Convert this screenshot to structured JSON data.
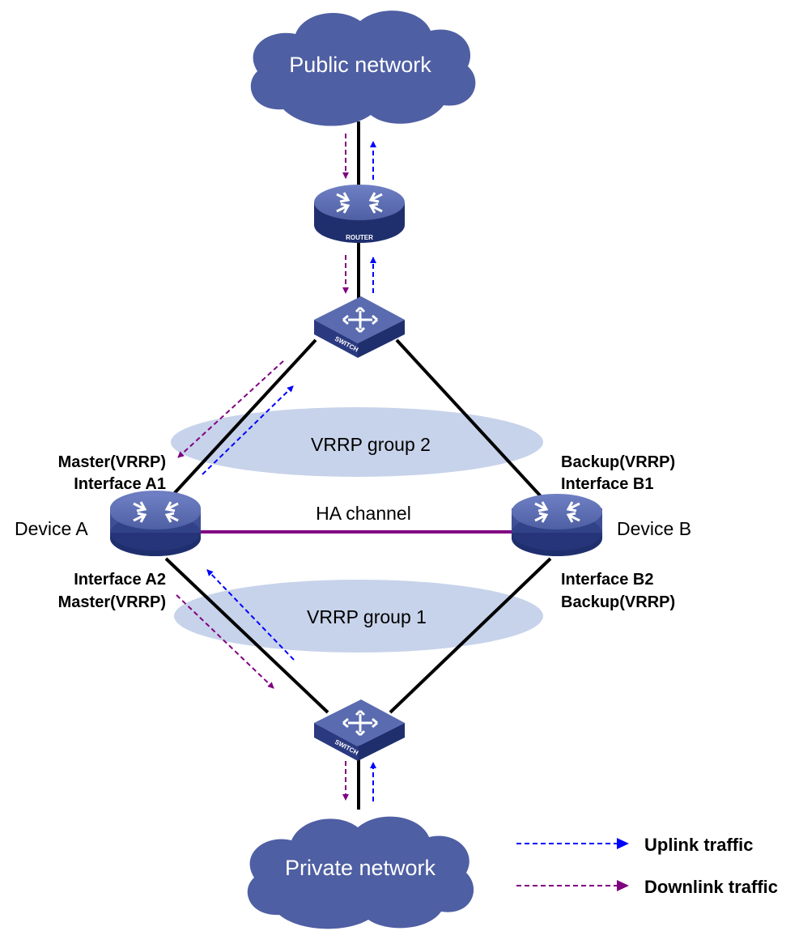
{
  "clouds": {
    "public": "Public network",
    "private": "Private network"
  },
  "devices": {
    "router_label": "ROUTER",
    "switch_label": "SWITCH",
    "device_a": "Device A",
    "device_b": "Device B"
  },
  "groups": {
    "vrrp2": "VRRP group 2",
    "vrrp1": "VRRP group 1",
    "ha_channel": "HA channel"
  },
  "interfaces": {
    "a1_role": "Master(VRRP)",
    "a1_name": "Interface A1",
    "a2_name": "Interface A2",
    "a2_role": "Master(VRRP)",
    "b1_role": "Backup(VRRP)",
    "b1_name": "Interface B1",
    "b2_name": "Interface B2",
    "b2_role": "Backup(VRRP)"
  },
  "legend": {
    "uplink": "Uplink traffic",
    "downlink": "Downlink traffic"
  },
  "colors": {
    "cloud": "#4f5fa3",
    "ellipse": "#c7d3ea",
    "uplink": "#0000ff",
    "downlink": "#800080",
    "ha_line": "#800080",
    "device": "#4f5fa3"
  }
}
